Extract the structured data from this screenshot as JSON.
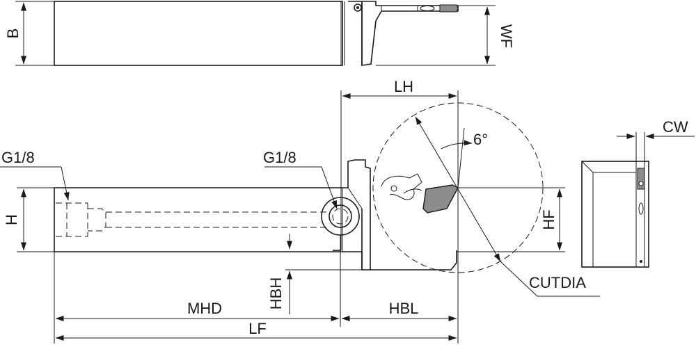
{
  "labels": {
    "b": "B",
    "wf": "WF",
    "lh": "LH",
    "six_deg": "6°",
    "cw": "CW",
    "g18_left": "G1/8",
    "g18_mid": "G1/8",
    "h": "H",
    "hf": "HF",
    "hbh": "HBH",
    "cutdia": "CUTDIA",
    "mhd": "MHD",
    "hbl": "HBL",
    "lf": "LF"
  },
  "colors": {
    "line": "#1a1a1a",
    "insert": "#8c8c8c",
    "background": "#ffffff"
  }
}
